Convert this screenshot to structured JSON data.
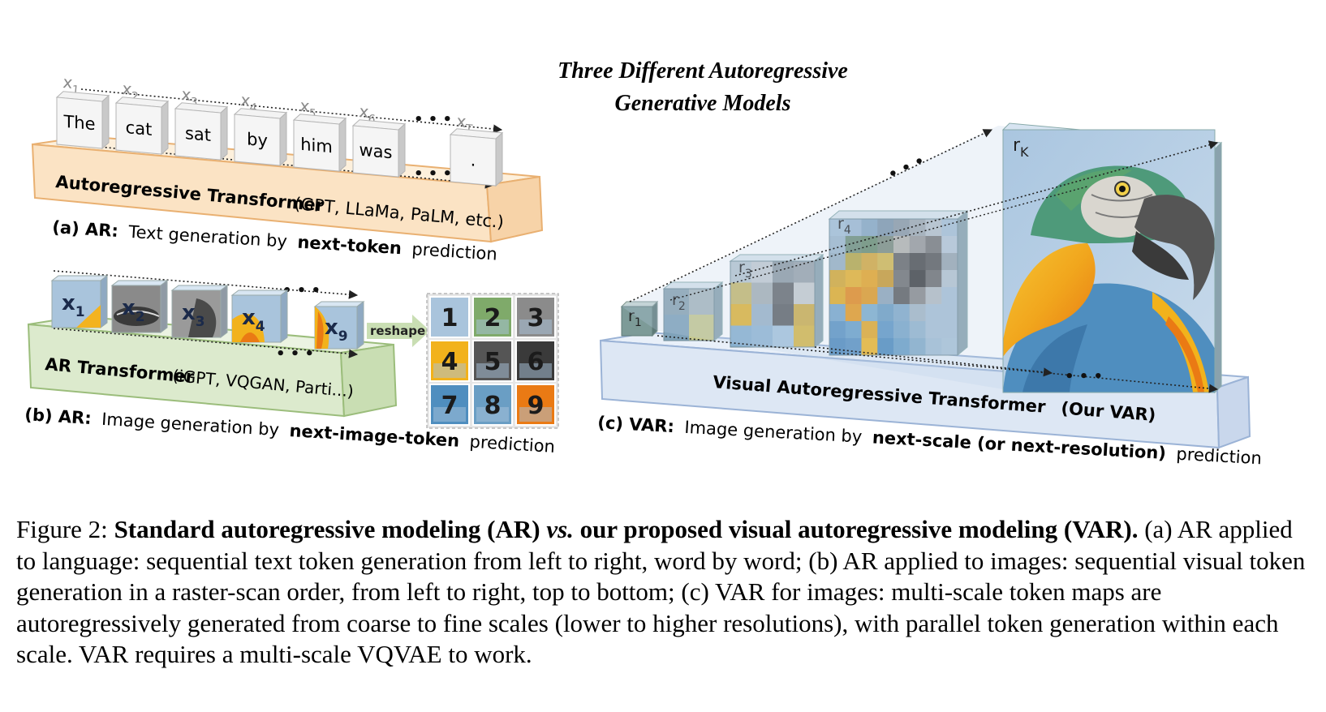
{
  "title": {
    "line1": "Three  Different  Autoregressive",
    "line2": "Generative  Models"
  },
  "panel_a": {
    "token_labels": [
      "x",
      "x",
      "x",
      "x",
      "x",
      "x",
      "x"
    ],
    "token_subs": [
      "1",
      "2",
      "3",
      "4",
      "5",
      "6",
      "T"
    ],
    "tokens": [
      "The",
      "cat",
      "sat",
      "by",
      "him",
      "was",
      "."
    ],
    "ellipsis": "• • •",
    "transformer_name": "Autoregressive Transformer",
    "transformer_examples": "(GPT, LLaMa, PaLM, etc.)",
    "caption_tag": "(a) AR:",
    "caption_pre": "Text generation by",
    "caption_bold": "next-token",
    "caption_post": "prediction"
  },
  "panel_b": {
    "token_labels": [
      "x",
      "x",
      "x",
      "x",
      "x"
    ],
    "token_subs": [
      "1",
      "2",
      "3",
      "4",
      "9"
    ],
    "ellipsis": "• • •",
    "reshape_label": "reshape",
    "grid_numbers": [
      "1",
      "2",
      "3",
      "4",
      "5",
      "6",
      "7",
      "8",
      "9"
    ],
    "transformer_name": "AR Transformer",
    "transformer_examples": "(iGPT, VQGAN, Parti...)",
    "caption_tag": "(b) AR:",
    "caption_pre": "Image generation by",
    "caption_bold": "next-image-token",
    "caption_post": "prediction"
  },
  "panel_c": {
    "scale_labels": [
      "r",
      "r",
      "r",
      "r",
      "r"
    ],
    "scale_subs": [
      "1",
      "2",
      "3",
      "4",
      "K"
    ],
    "ellipsis": "• • •",
    "transformer_name": "Visual Autoregressive Transformer",
    "transformer_examples": "(Our VAR)",
    "caption_tag": "(c) VAR:",
    "caption_pre": "Image generation by",
    "caption_bold": "next-scale (or next-resolution)",
    "caption_post": "prediction"
  },
  "caption": {
    "label": "Figure 2:",
    "bold1": "Standard autoregressive modeling (AR)",
    "vs": "vs.",
    "bold2": "our proposed visual autoregressive modeling (VAR).",
    "body": "(a) AR applied to language: sequential text token generation from left to right, word by word; (b) AR applied to images: sequential visual token generation in a raster-scan order, from left to right, top to bottom; (c) VAR for images: multi-scale token maps are autoregressively generated from coarse to fine scales (lower to higher resolutions), with parallel token generation within each scale. VAR requires a multi-scale VQVAE to work."
  },
  "colors": {
    "orange_box": "#fbe3c4",
    "orange_edge": "#e9b071",
    "green_box": "#dceacd",
    "green_edge": "#9bbd7b",
    "blue_box": "#dde7f4",
    "blue_edge": "#9bb3d6",
    "parrot_blue": "#6a9ec4",
    "parrot_yellow": "#f2b21c",
    "parrot_orange": "#ea7a14",
    "parrot_gray": "#6b6b6b"
  }
}
